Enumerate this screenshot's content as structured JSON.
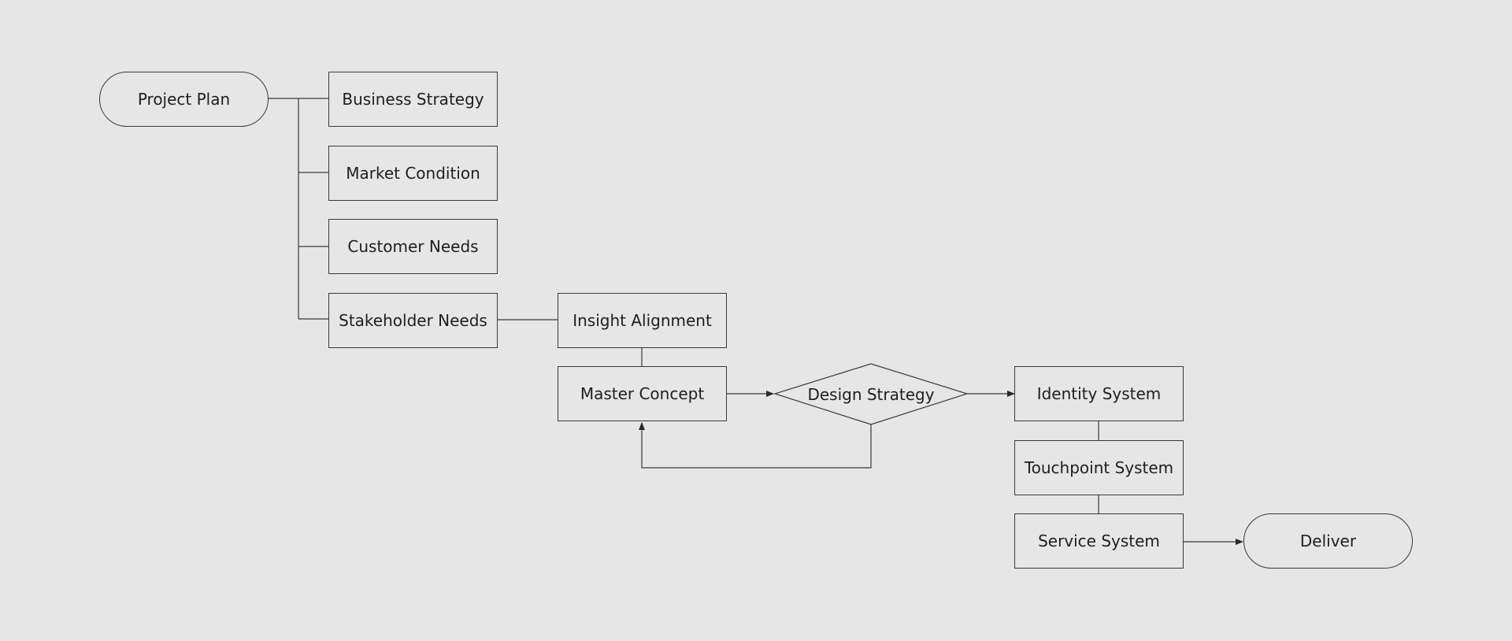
{
  "diagram": {
    "nodes": {
      "project_plan": "Project Plan",
      "business_strategy": "Business Strategy",
      "market_condition": "Market Condition",
      "customer_needs": "Customer Needs",
      "stakeholder_needs": "Stakeholder Needs",
      "insight_alignment": "Insight Alignment",
      "master_concept": "Master Concept",
      "design_strategy": "Design Strategy",
      "identity_system": "Identity System",
      "touchpoint_system": "Touchpoint System",
      "service_system": "Service System",
      "deliver": "Deliver"
    },
    "edges": [
      {
        "from": "project_plan",
        "to": "business_strategy",
        "arrow": false
      },
      {
        "from": "project_plan",
        "to": "market_condition",
        "arrow": false
      },
      {
        "from": "project_plan",
        "to": "customer_needs",
        "arrow": false
      },
      {
        "from": "project_plan",
        "to": "stakeholder_needs",
        "arrow": false
      },
      {
        "from": "stakeholder_needs",
        "to": "insight_alignment",
        "arrow": false
      },
      {
        "from": "insight_alignment",
        "to": "master_concept",
        "arrow": false
      },
      {
        "from": "master_concept",
        "to": "design_strategy",
        "arrow": true
      },
      {
        "from": "design_strategy",
        "to": "master_concept",
        "arrow": true
      },
      {
        "from": "design_strategy",
        "to": "identity_system",
        "arrow": true
      },
      {
        "from": "identity_system",
        "to": "touchpoint_system",
        "arrow": false
      },
      {
        "from": "touchpoint_system",
        "to": "service_system",
        "arrow": false
      },
      {
        "from": "service_system",
        "to": "deliver",
        "arrow": true
      }
    ]
  },
  "colors": {
    "background": "#e6e6e6",
    "stroke": "#3a3a3a",
    "text": "#1e1e1e"
  }
}
